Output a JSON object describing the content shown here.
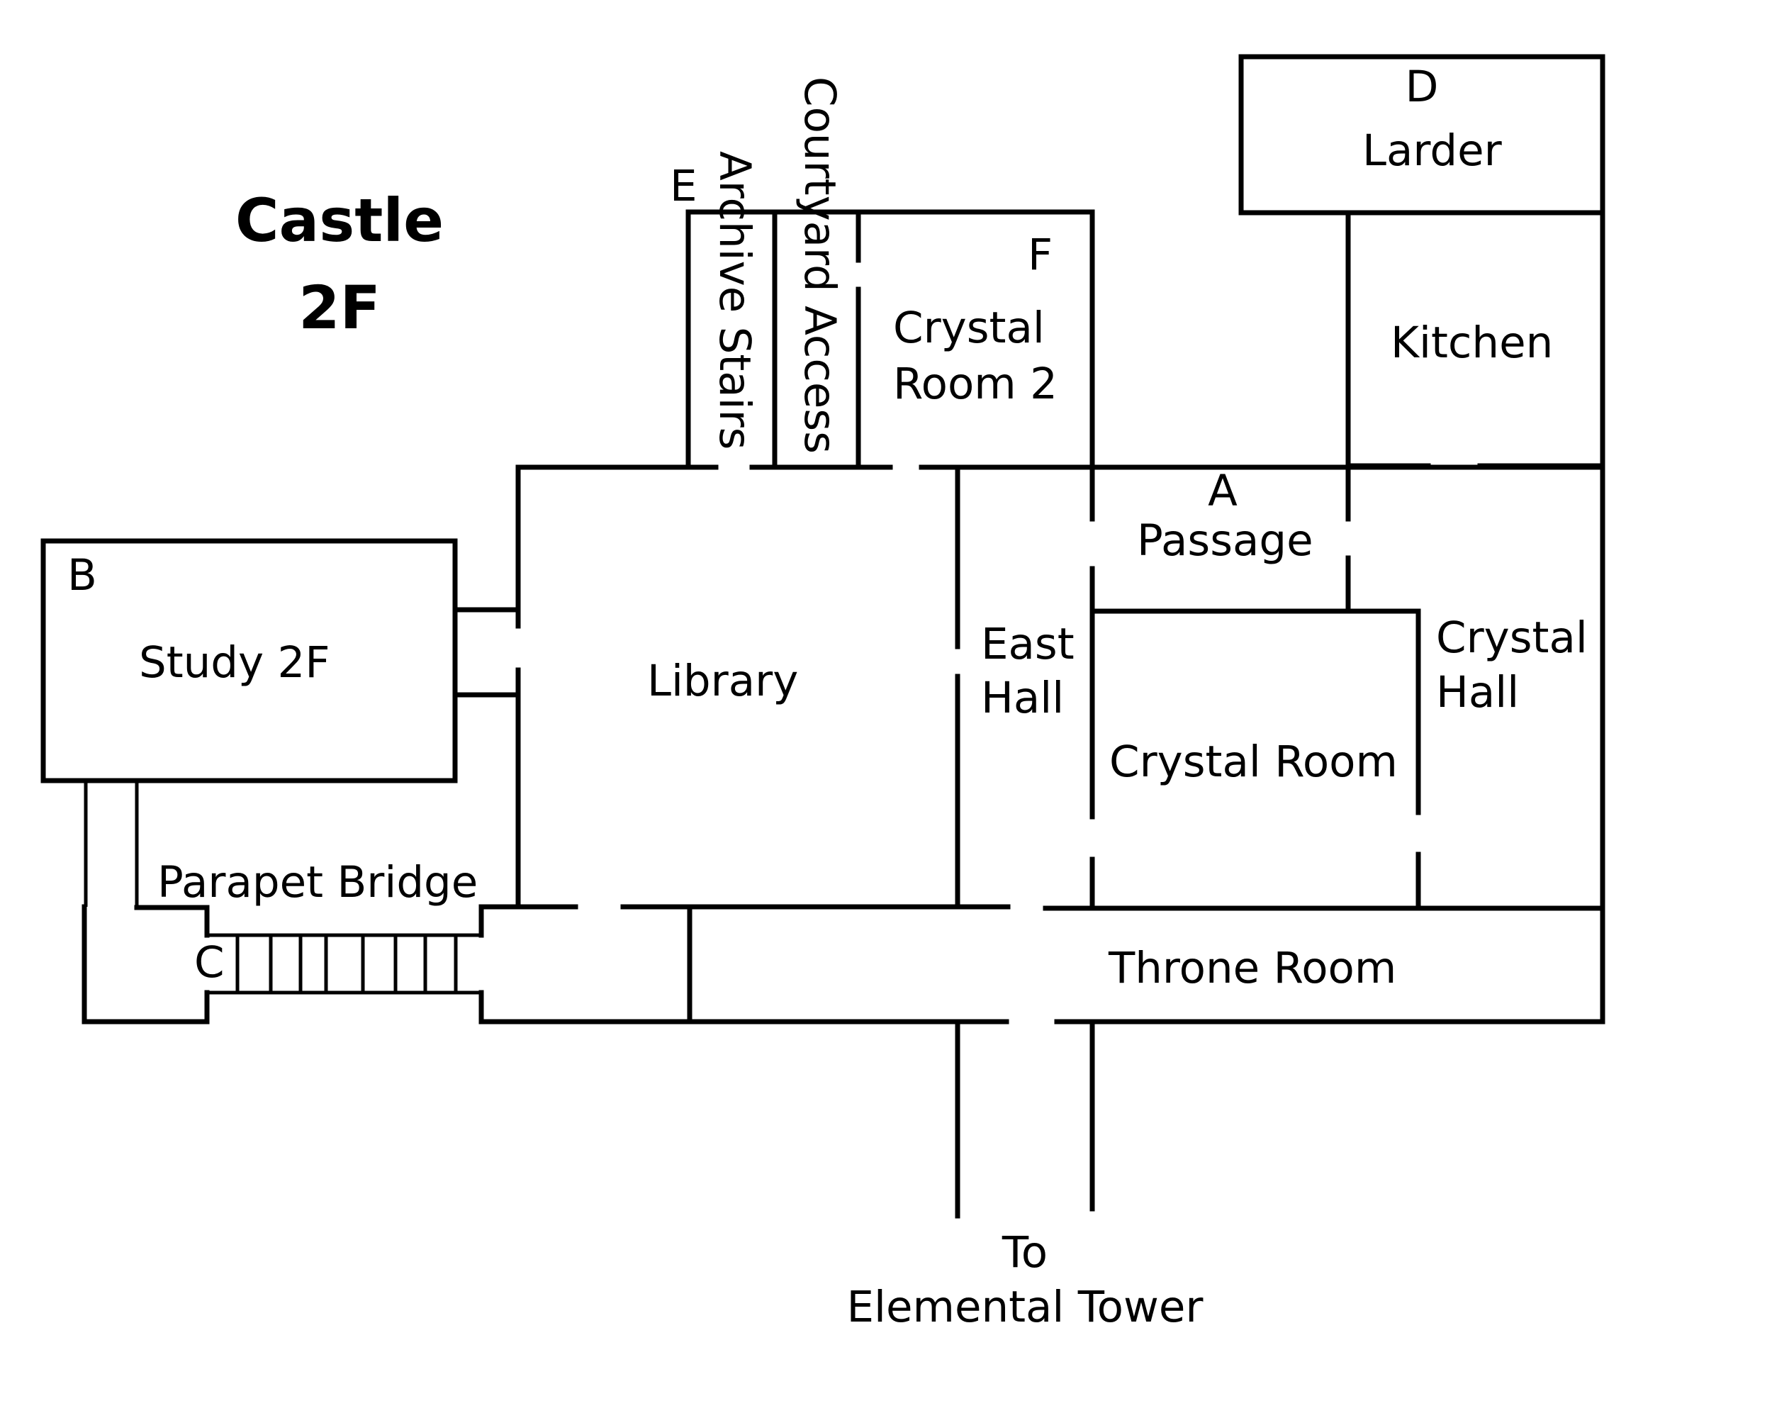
{
  "map": {
    "title_line1": "Castle",
    "title_line2": "2F",
    "wall_color": "#000000",
    "background_color": "#ffffff",
    "markers": {
      "A": "A",
      "B": "B",
      "C": "C",
      "D": "D",
      "E": "E",
      "F": "F"
    },
    "rooms": {
      "study": "Study 2F",
      "library": "Library",
      "parapet_bridge": "Parapet Bridge",
      "archive_stairs": "Archive Stairs",
      "courtyard_access": "Courtyard Access",
      "crystal_room_2_line1": "Crystal",
      "crystal_room_2_line2": "Room 2",
      "larder": "Larder",
      "kitchen": "Kitchen",
      "passage": "Passage",
      "east_hall_line1": "East",
      "east_hall_line2": "Hall",
      "crystal_room": "Crystal Room",
      "crystal_hall_line1": "Crystal",
      "crystal_hall_line2": "Hall",
      "throne_room": "Throne Room"
    },
    "exit": {
      "line1": "To",
      "line2": "Elemental Tower"
    }
  }
}
